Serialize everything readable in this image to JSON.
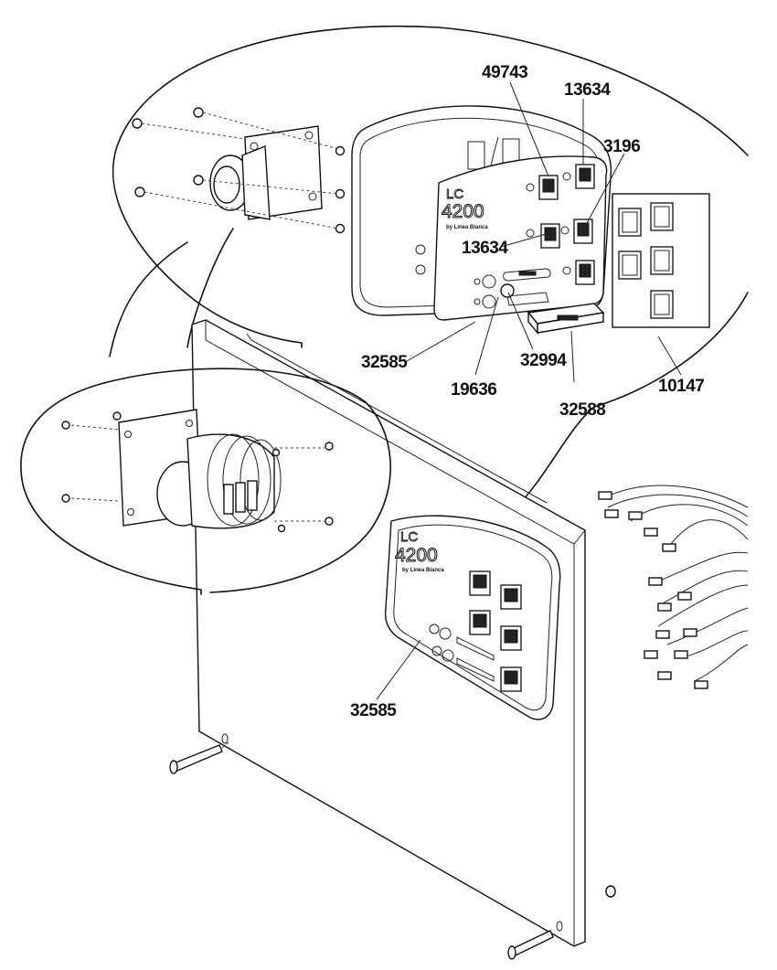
{
  "panel": {
    "brand": "LC",
    "model": "4200",
    "maker": "by Linea Bianca"
  },
  "callouts": [
    {
      "id": "c1",
      "text": "49743"
    },
    {
      "id": "c2",
      "text": "13634"
    },
    {
      "id": "c3",
      "text": "3196"
    },
    {
      "id": "c4",
      "text": "13634"
    },
    {
      "id": "c5",
      "text": "32585"
    },
    {
      "id": "c6",
      "text": "32994"
    },
    {
      "id": "c7",
      "text": "19636"
    },
    {
      "id": "c8",
      "text": "32588"
    },
    {
      "id": "c9",
      "text": "10147"
    },
    {
      "id": "c10",
      "text": "32585"
    }
  ]
}
